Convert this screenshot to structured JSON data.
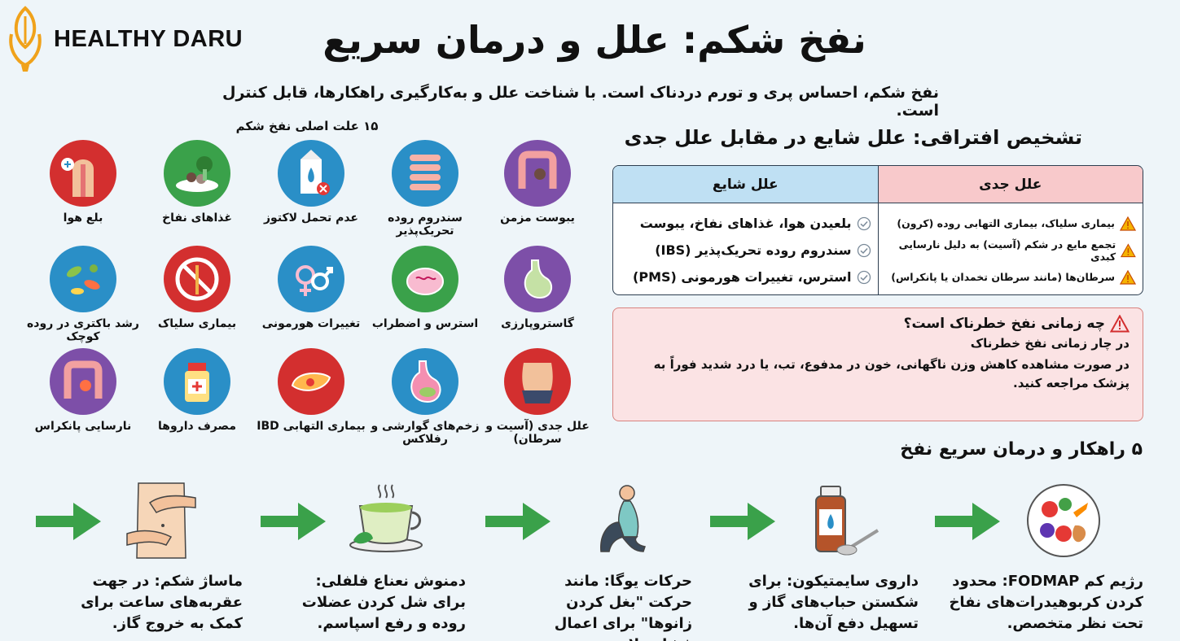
{
  "brand": {
    "name": "HEALTHY DARU"
  },
  "title": "نفخ شکم: علل و درمان سریع",
  "subtitle": "نفخ شکم، احساس پری و تورم دردناک است. با شناخت علل و به‌کارگیری راهکارها، قابل کنترل است.",
  "causes": {
    "title": "۱۵ علت اصلی نفخ شکم",
    "items": [
      {
        "label": "یبوست مزمن",
        "icon": "colon-icon",
        "color": "#7d4fa8"
      },
      {
        "label": "سندروم روده تحریک‌پذیر",
        "icon": "intestine-icon",
        "color": "#2a8fc7"
      },
      {
        "label": "عدم تحمل لاکتوز",
        "icon": "milk-carton-icon",
        "color": "#2a8fc7"
      },
      {
        "label": "غذاهای نفاخ",
        "icon": "beans-broccoli-icon",
        "color": "#3aa14a"
      },
      {
        "label": "بلع هوا",
        "icon": "swallow-air-icon",
        "color": "#d32f2f"
      },
      {
        "label": "گاستروپارزی",
        "icon": "stomach-icon",
        "color": "#7d4fa8"
      },
      {
        "label": "استرس و اضطراب",
        "icon": "brain-icon",
        "color": "#3aa14a"
      },
      {
        "label": "تغییرات هورمونی",
        "icon": "gender-symbols-icon",
        "color": "#2a8fc7"
      },
      {
        "label": "بیماری سلیاک",
        "icon": "no-wheat-icon",
        "color": "#d32f2f"
      },
      {
        "label": "رشد باکتری در روده کوچک",
        "icon": "bacteria-icon",
        "color": "#2a8fc7"
      },
      {
        "label": "علل جدی (آسیت و سرطان)",
        "icon": "swollen-belly-icon",
        "color": "#d32f2f"
      },
      {
        "label": "زخم‌های گوارشی و رفلاکس",
        "icon": "ulcer-stomach-icon",
        "color": "#2a8fc7"
      },
      {
        "label": "بیماری التهابی IBD",
        "icon": "inflamed-pancreas-icon",
        "color": "#d32f2f"
      },
      {
        "label": "مصرف داروها",
        "icon": "medicine-bottle-icon",
        "color": "#2a8fc7"
      },
      {
        "label": "نارسایی پانکراس",
        "icon": "inflamed-intestine-icon",
        "color": "#7d4fa8"
      }
    ]
  },
  "differential": {
    "title": "تشخیص افتراقی: علل شایع در مقابل علل جدی",
    "serious_header": "علل جدی",
    "common_header": "علل شایع",
    "serious": [
      "بیماری سلیاک، بیماری التهابی روده (کرون)",
      "تجمع مایع در شکم (آسیت) به دلیل نارسایی کبدی",
      "سرطان‌ها (مانند سرطان تخمدان یا پانکراس)"
    ],
    "common": [
      "بلعیدن هوا، غذاهای نفاخ، یبوست",
      "سندروم روده تحریک‌پذیر (IBS)",
      "استرس، تغییرات هورمونی (PMS)"
    ]
  },
  "warning": {
    "title": "چه زمانی نفخ خطرناک است؟",
    "subtitle": "در چار زمانی نفخ خطرناک",
    "text": "در صورت مشاهده کاهش وزن ناگهانی، خون در مدفوع، تب، یا درد شدید فوراً به پزشک مراجعه کنید."
  },
  "tips": {
    "title": "۵ راهکار و درمان سریع نفخ",
    "items": [
      {
        "bold": "رژیم کم FODMAP:",
        "text": " محدود کردن کربوهیدرات‌های نفاخ تحت نظر متخصص.",
        "icon": "healthy-plate-icon"
      },
      {
        "bold": "داروی سایمتیکون:",
        "text": " برای شکستن حباب‌های گاز و تسهیل دفع آن‌ها.",
        "icon": "syrup-spoon-icon"
      },
      {
        "bold": "حرکات یوگا:",
        "text": " مانند حرکت \"بغل کردن زانوها\" برای اعمال فشار ملایم.",
        "icon": "yoga-pose-icon"
      },
      {
        "bold": "دمنوش نعناع فلفلی:",
        "text": " برای شل کردن عضلات روده و رفع اسپاسم.",
        "icon": "mint-tea-icon"
      },
      {
        "bold": "ماساژ شکم:",
        "text": " در جهت عقربه‌های ساعت برای کمک به خروج گاز.",
        "icon": "belly-massage-icon"
      }
    ]
  },
  "colors": {
    "arrow": "#3aa14a",
    "warn": "#d32f2f",
    "serious_bg": "#f8c9cb",
    "common_bg": "#bfe0f3",
    "logo": "#f0a21b"
  }
}
